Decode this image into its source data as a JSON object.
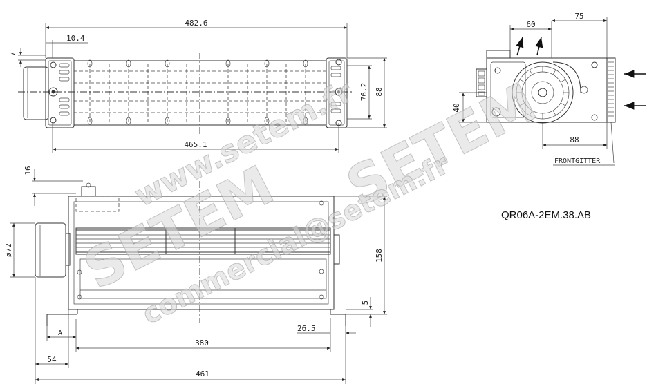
{
  "model": "QR06A-2EM.38.AB",
  "front_grille_label": "FRONTGITTER",
  "dimensions": {
    "top_overall": "482.6",
    "top_flange": "10.4",
    "top_offset": "7",
    "top_height_inner": "76.2",
    "top_height_outer": "88",
    "top_hole_span": "465.1",
    "side_top": "60",
    "side_right": "75",
    "side_left_height": "40",
    "side_bottom": "88",
    "front_top_offset": "16",
    "front_motor_dia": "ø72",
    "front_height": "158",
    "front_foot": "5",
    "front_foot_width": "26.5",
    "front_a": "A",
    "front_rotor": "380",
    "front_motor_len": "54",
    "front_overall": "461"
  },
  "watermarks": {
    "url": "www.setem.fr",
    "brand_left": "SETEM",
    "brand_right": "SETEM",
    "email": "commercial@setem.fr"
  }
}
